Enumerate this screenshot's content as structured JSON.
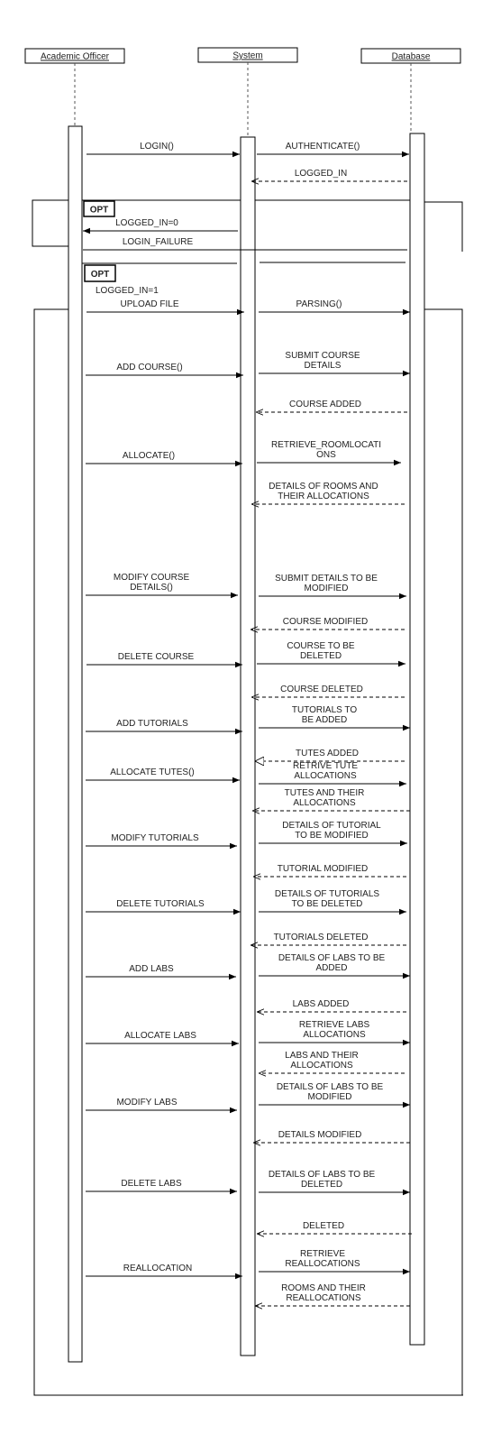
{
  "lifelines": [
    {
      "id": "officer",
      "name": "Academic Officer"
    },
    {
      "id": "system",
      "name": "System"
    },
    {
      "id": "database",
      "name": "Database"
    }
  ],
  "fragments": [
    {
      "id": "opt1",
      "operator": "OPT"
    },
    {
      "id": "opt2",
      "operator": "OPT"
    }
  ],
  "guards": [
    {
      "id": "g1",
      "text": "LOGGED_IN=0"
    },
    {
      "id": "g2",
      "text": "LOGGED_IN=1"
    }
  ],
  "messages": [
    {
      "id": "m01",
      "from": "officer",
      "to": "system",
      "style": "sync",
      "lines": [
        "LOGIN()"
      ]
    },
    {
      "id": "m02",
      "from": "system",
      "to": "database",
      "style": "sync",
      "lines": [
        "AUTHENTICATE()"
      ]
    },
    {
      "id": "m03",
      "from": "database",
      "to": "system",
      "style": "reply",
      "lines": [
        "LOGGED_IN"
      ]
    },
    {
      "id": "m04",
      "from": "system",
      "to": "officer",
      "style": "sync",
      "lines": [
        "LOGGED_IN=0"
      ],
      "label_key": "guards.0.text",
      "no_label": true
    },
    {
      "id": "m05",
      "from": "database",
      "to": "officer",
      "style": "plain",
      "lines": [
        "LOGIN_FAILURE"
      ]
    },
    {
      "id": "m06",
      "from": "officer",
      "to": "system",
      "style": "sync",
      "lines": [
        "UPLOAD FILE"
      ]
    },
    {
      "id": "m07",
      "from": "system",
      "to": "database",
      "style": "sync",
      "lines": [
        "PARSING()"
      ]
    },
    {
      "id": "m08",
      "from": "officer",
      "to": "system",
      "style": "sync",
      "lines": [
        "ADD COURSE()"
      ]
    },
    {
      "id": "m09",
      "from": "system",
      "to": "database",
      "style": "sync",
      "lines": [
        "SUBMIT COURSE",
        "DETAILS"
      ]
    },
    {
      "id": "m10",
      "from": "database",
      "to": "system",
      "style": "reply",
      "lines": [
        "COURSE ADDED"
      ]
    },
    {
      "id": "m11",
      "from": "officer",
      "to": "system",
      "style": "sync",
      "lines": [
        "ALLOCATE()"
      ]
    },
    {
      "id": "m12",
      "from": "system",
      "to": "database",
      "style": "sync",
      "lines": [
        "RETRIEVE_ROOMLOCATI",
        "ONS"
      ]
    },
    {
      "id": "m13",
      "from": "database",
      "to": "system",
      "style": "reply",
      "lines": [
        "DETAILS OF ROOMS AND",
        "THEIR ALLOCATIONS"
      ]
    },
    {
      "id": "m14",
      "from": "officer",
      "to": "system",
      "style": "sync",
      "lines": [
        "MODIFY COURSE",
        "DETAILS()"
      ]
    },
    {
      "id": "m15",
      "from": "system",
      "to": "database",
      "style": "sync",
      "lines": [
        "SUBMIT DETAILS TO BE",
        "MODIFIED"
      ]
    },
    {
      "id": "m16",
      "from": "database",
      "to": "system",
      "style": "reply",
      "lines": [
        "COURSE MODIFIED"
      ]
    },
    {
      "id": "m17",
      "from": "officer",
      "to": "system",
      "style": "sync",
      "lines": [
        "DELETE COURSE"
      ]
    },
    {
      "id": "m18",
      "from": "system",
      "to": "database",
      "style": "sync",
      "lines": [
        "COURSE TO BE",
        "DELETED"
      ]
    },
    {
      "id": "m19",
      "from": "database",
      "to": "system",
      "style": "reply",
      "lines": [
        "COURSE DELETED"
      ]
    },
    {
      "id": "m20",
      "from": "officer",
      "to": "system",
      "style": "sync",
      "lines": [
        "ADD TUTORIALS"
      ]
    },
    {
      "id": "m21",
      "from": "system",
      "to": "database",
      "style": "sync",
      "lines": [
        "TUTORIALS TO",
        "BE ADDED"
      ]
    },
    {
      "id": "m22",
      "from": "database",
      "to": "system",
      "style": "open",
      "lines": [
        "TUTES ADDED"
      ]
    },
    {
      "id": "m23",
      "from": "officer",
      "to": "system",
      "style": "sync",
      "lines": [
        "ALLOCATE TUTES()"
      ]
    },
    {
      "id": "m24",
      "from": "system",
      "to": "database",
      "style": "sync",
      "lines": [
        "RETRIVE TUTE",
        "ALLOCATIONS"
      ]
    },
    {
      "id": "m25",
      "from": "database",
      "to": "system",
      "style": "reply",
      "lines": [
        "TUTES AND THEIR",
        "ALLOCATIONS"
      ]
    },
    {
      "id": "m26",
      "from": "officer",
      "to": "system",
      "style": "sync",
      "lines": [
        "MODIFY TUTORIALS"
      ]
    },
    {
      "id": "m27",
      "from": "system",
      "to": "database",
      "style": "sync",
      "lines": [
        "DETAILS OF TUTORIAL",
        "TO BE MODIFIED"
      ]
    },
    {
      "id": "m28",
      "from": "database",
      "to": "system",
      "style": "reply",
      "lines": [
        "TUTORIAL MODIFIED"
      ]
    },
    {
      "id": "m29",
      "from": "officer",
      "to": "system",
      "style": "sync",
      "lines": [
        "DELETE TUTORIALS"
      ]
    },
    {
      "id": "m30",
      "from": "system",
      "to": "database",
      "style": "sync",
      "lines": [
        "DETAILS OF TUTORIALS",
        "TO BE DELETED"
      ]
    },
    {
      "id": "m31",
      "from": "database",
      "to": "system",
      "style": "reply",
      "lines": [
        "TUTORIALS DELETED"
      ]
    },
    {
      "id": "m32",
      "from": "officer",
      "to": "system",
      "style": "sync",
      "lines": [
        "ADD LABS"
      ]
    },
    {
      "id": "m33",
      "from": "system",
      "to": "database",
      "style": "sync",
      "lines": [
        "DETAILS OF LABS TO BE",
        "ADDED"
      ]
    },
    {
      "id": "m34",
      "from": "database",
      "to": "system",
      "style": "reply",
      "lines": [
        "LABS ADDED"
      ]
    },
    {
      "id": "m35",
      "from": "officer",
      "to": "system",
      "style": "sync",
      "lines": [
        "ALLOCATE LABS"
      ]
    },
    {
      "id": "m36",
      "from": "system",
      "to": "database",
      "style": "sync",
      "lines": [
        "RETRIEVE LABS",
        "ALLOCATIONS"
      ]
    },
    {
      "id": "m37",
      "from": "database",
      "to": "system",
      "style": "reply",
      "lines": [
        "LABS AND THEIR",
        "ALLOCATIONS"
      ]
    },
    {
      "id": "m38",
      "from": "officer",
      "to": "system",
      "style": "sync",
      "lines": [
        "MODIFY LABS"
      ]
    },
    {
      "id": "m39",
      "from": "system",
      "to": "database",
      "style": "sync",
      "lines": [
        "DETAILS OF LABS TO BE",
        "MODIFIED"
      ]
    },
    {
      "id": "m40",
      "from": "database",
      "to": "system",
      "style": "reply",
      "lines": [
        "DETAILS MODIFIED"
      ]
    },
    {
      "id": "m41",
      "from": "officer",
      "to": "system",
      "style": "sync",
      "lines": [
        "DELETE LABS"
      ]
    },
    {
      "id": "m42",
      "from": "system",
      "to": "database",
      "style": "sync",
      "lines": [
        "DETAILS OF LABS TO BE",
        "DELETED"
      ]
    },
    {
      "id": "m43",
      "from": "database",
      "to": "system",
      "style": "reply",
      "lines": [
        "DELETED"
      ]
    },
    {
      "id": "m44",
      "from": "officer",
      "to": "system",
      "style": "sync",
      "lines": [
        "REALLOCATION"
      ]
    },
    {
      "id": "m45",
      "from": "system",
      "to": "database",
      "style": "sync",
      "lines": [
        "RETRIEVE",
        "REALLOCATIONS"
      ]
    },
    {
      "id": "m46",
      "from": "database",
      "to": "system",
      "style": "reply",
      "lines": [
        "ROOMS AND THEIR",
        "REALLOCATIONS"
      ]
    }
  ]
}
